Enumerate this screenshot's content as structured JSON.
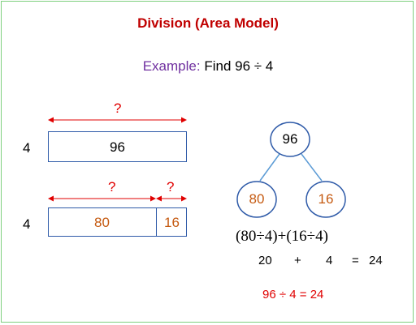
{
  "title": "Division (Area Model)",
  "example": {
    "label": "Example:",
    "text": "Find 96 ÷ 4"
  },
  "area_model_1": {
    "side": "4",
    "area": "96",
    "length_label": "?"
  },
  "area_model_2": {
    "side": "4",
    "area_left": "80",
    "area_right": "16",
    "length_left": "?",
    "length_right": "?"
  },
  "tree": {
    "root": "96",
    "left": "80",
    "right": "16"
  },
  "expression": {
    "open1": "(80",
    "div1": "÷",
    "val1": "4)",
    "plus": "+",
    "open2": "(16",
    "div2": "÷",
    "val2": "4)"
  },
  "sum_line": {
    "a": "20",
    "plus": "+",
    "b": "4",
    "eq": "=",
    "total": "24"
  },
  "answer": "96 ÷ 4 = 24",
  "colors": {
    "title": "#c00000",
    "example_label": "#7030a0",
    "arrow": "#e00000",
    "box": "#2e5aa8",
    "orange": "#c55a11",
    "frame": "#7ecf7e"
  }
}
